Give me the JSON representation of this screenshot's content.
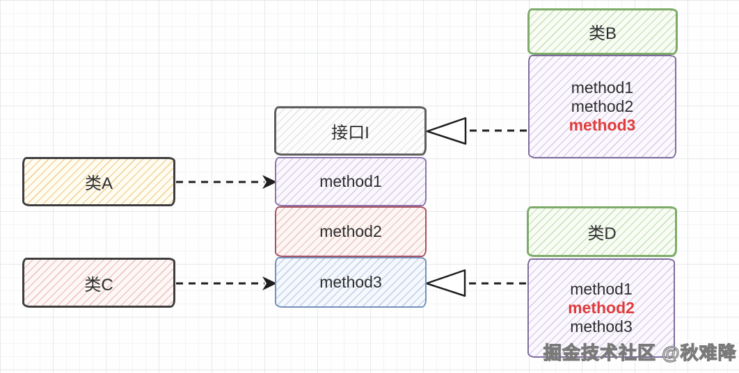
{
  "interface_box": {
    "title": "接口I",
    "methods": [
      "method1",
      "method2",
      "method3"
    ]
  },
  "class_a": {
    "title": "类A"
  },
  "class_c": {
    "title": "类C"
  },
  "class_b": {
    "title": "类B",
    "methods": [
      "method1",
      "method2",
      "method3"
    ],
    "highlighted_method": "method3"
  },
  "class_d": {
    "title": "类D",
    "methods": [
      "method1",
      "method2",
      "method3"
    ],
    "highlighted_method": "method2"
  },
  "watermark": "掘金技术社区 @秋难降",
  "colors": {
    "highlight_red": "#e03c3c",
    "green_border": "#7cab67",
    "purple_border": "#7e6b9f",
    "red_border": "#a8505e",
    "blue_border": "#7590ba",
    "dark_border": "#3d3d3d",
    "interface_border": "#5d5d5d",
    "arrow_black": "#1e1e1e",
    "class_a_hatch": "#e7af5a",
    "class_c_hatch": "#db8b8b"
  }
}
